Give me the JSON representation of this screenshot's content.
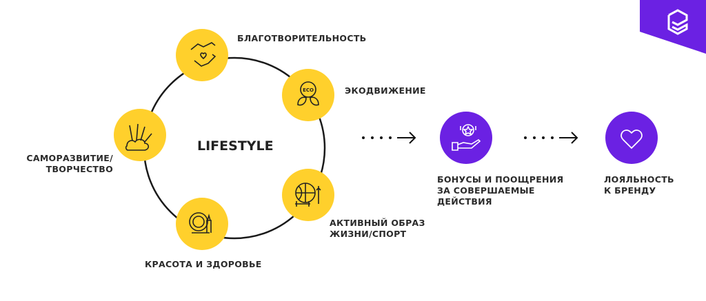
{
  "center_label": "LIFESTYLE",
  "nodes": {
    "charity": "БЛАГОТВОРИТЕЛЬНОСТЬ",
    "eco": "ЭКОДВИЖЕНИЕ",
    "eco_icon_text": "ECO",
    "selfdev": [
      "САМОРАЗВИТИЕ/",
      "ТВОРЧЕСТВО"
    ],
    "sport": [
      "АКТИВНЫЙ ОБРАЗ",
      "ЖИЗНИ/СПОРТ"
    ],
    "beauty": "КРАСОТА И ЗДОРОВЬЕ",
    "bonus": [
      "БОНУСЫ  И ПООЩРЕНИЯ",
      "ЗА СОВЕРШАЕМЫЕ",
      "ДЕЙСТВИЯ"
    ],
    "loyalty": [
      "ЛОЯЛЬНОСТЬ",
      "К БРЕНДУ"
    ]
  },
  "colors": {
    "yellow": "#FFD02C",
    "purple": "#6B21E3",
    "ink": "#1a1a1a"
  }
}
